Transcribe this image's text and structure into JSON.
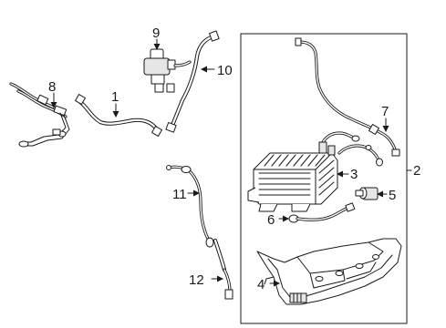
{
  "callouts": {
    "c1": "1",
    "c2": "2",
    "c3": "3",
    "c4": "4",
    "c5": "5",
    "c6": "6",
    "c7": "7",
    "c8": "8",
    "c9": "9",
    "c10": "10",
    "c11": "11",
    "c12": "12"
  },
  "colors": {
    "line": "#1a1a1a",
    "background": "#ffffff",
    "shade": "#e6e6e6"
  }
}
